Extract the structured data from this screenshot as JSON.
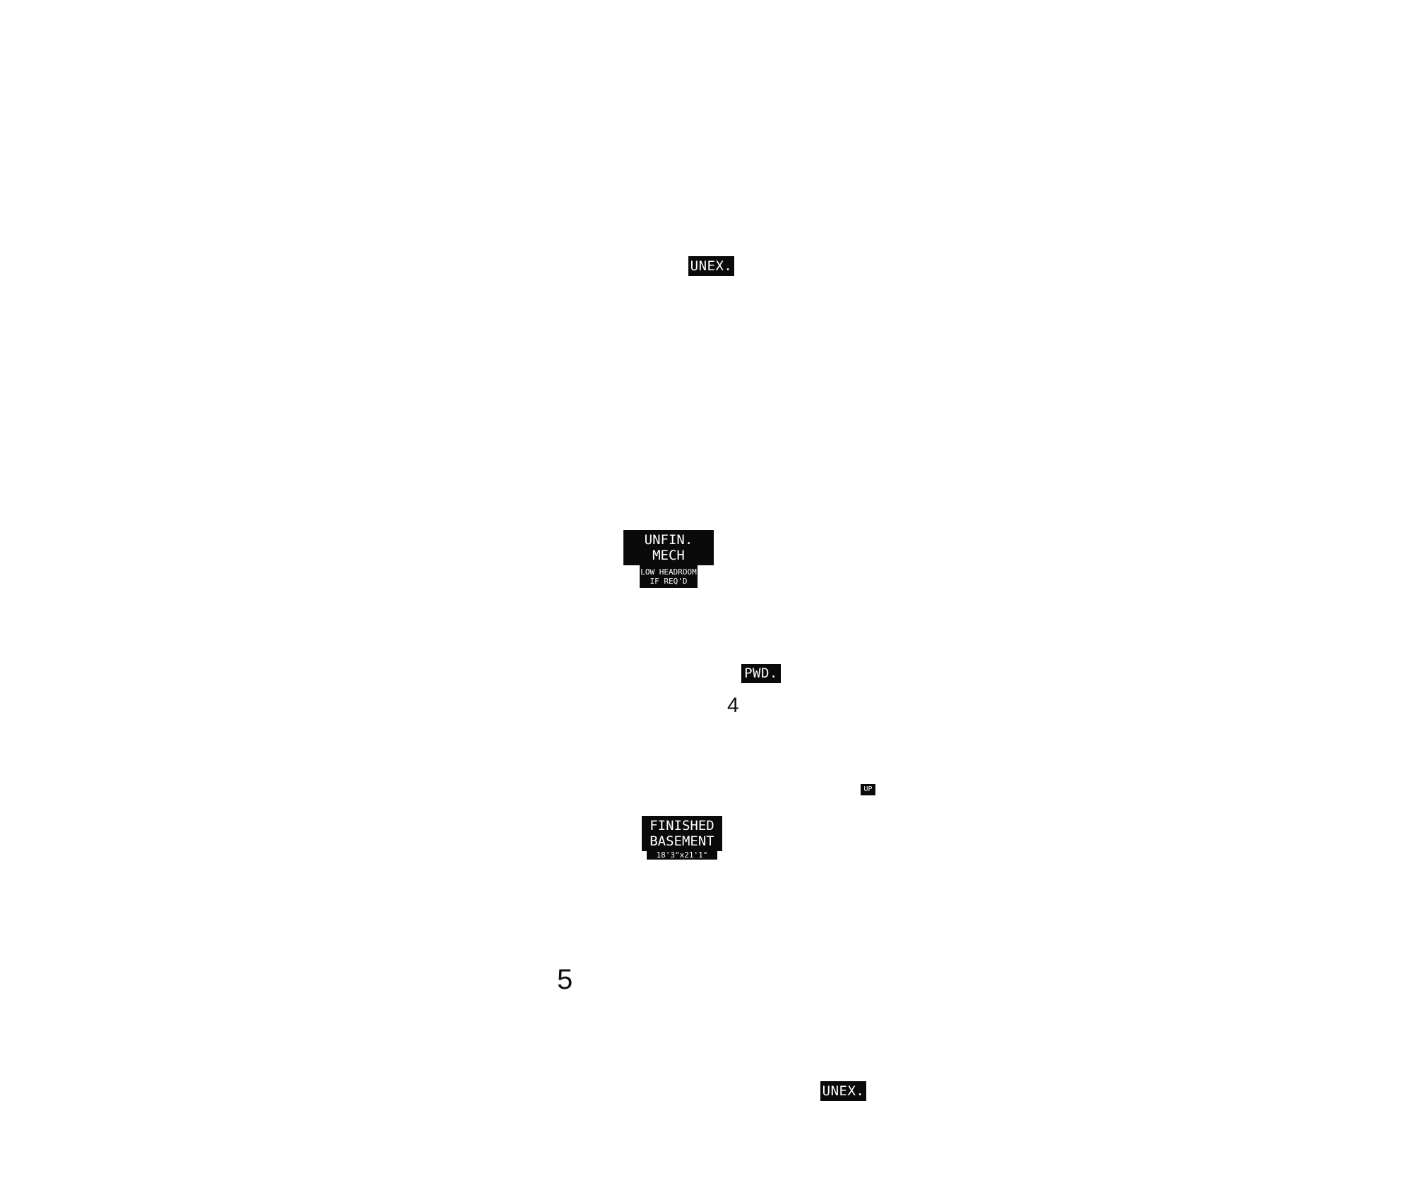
{
  "plan": {
    "labels": {
      "unex_top": "UNEX.",
      "mech_line1": "UNFIN.",
      "mech_line2": "MECH",
      "mech_note_line1": "LOW HEADROOM",
      "mech_note_line2": "IF REQ'D",
      "pwd": "PWD.",
      "up": "UP",
      "finished_line1": "FINISHED",
      "finished_line2": "BASEMENT",
      "finished_dims": "18'3\"x21'1\"",
      "unex_bottom": "UNEX."
    },
    "room_numbers": {
      "four": "4",
      "five": "5"
    },
    "colors": {
      "label_background": "#0a0a0a",
      "label_text": "#ffffff",
      "room_number_text": "#111111",
      "background": "#ffffff"
    }
  }
}
